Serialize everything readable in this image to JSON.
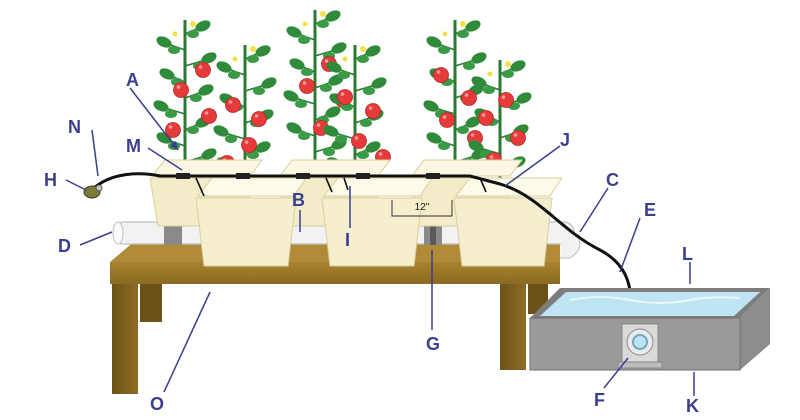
{
  "labels": {
    "A": "A",
    "B": "B",
    "C": "C",
    "D": "D",
    "E": "E",
    "F": "F",
    "G": "G",
    "H": "H",
    "I": "I",
    "J": "J",
    "K": "K",
    "L": "L",
    "M": "M",
    "N": "N",
    "O": "O"
  },
  "spacing_text": "12\"",
  "colors": {
    "label": "#3a3f8f",
    "table": "#8a6a22",
    "bucket": "#f5efcf",
    "reservoir": "#9a9a9a",
    "water": "#bfe4f3",
    "tomato": "#e53b3b",
    "leaf": "#2f8a3a"
  }
}
